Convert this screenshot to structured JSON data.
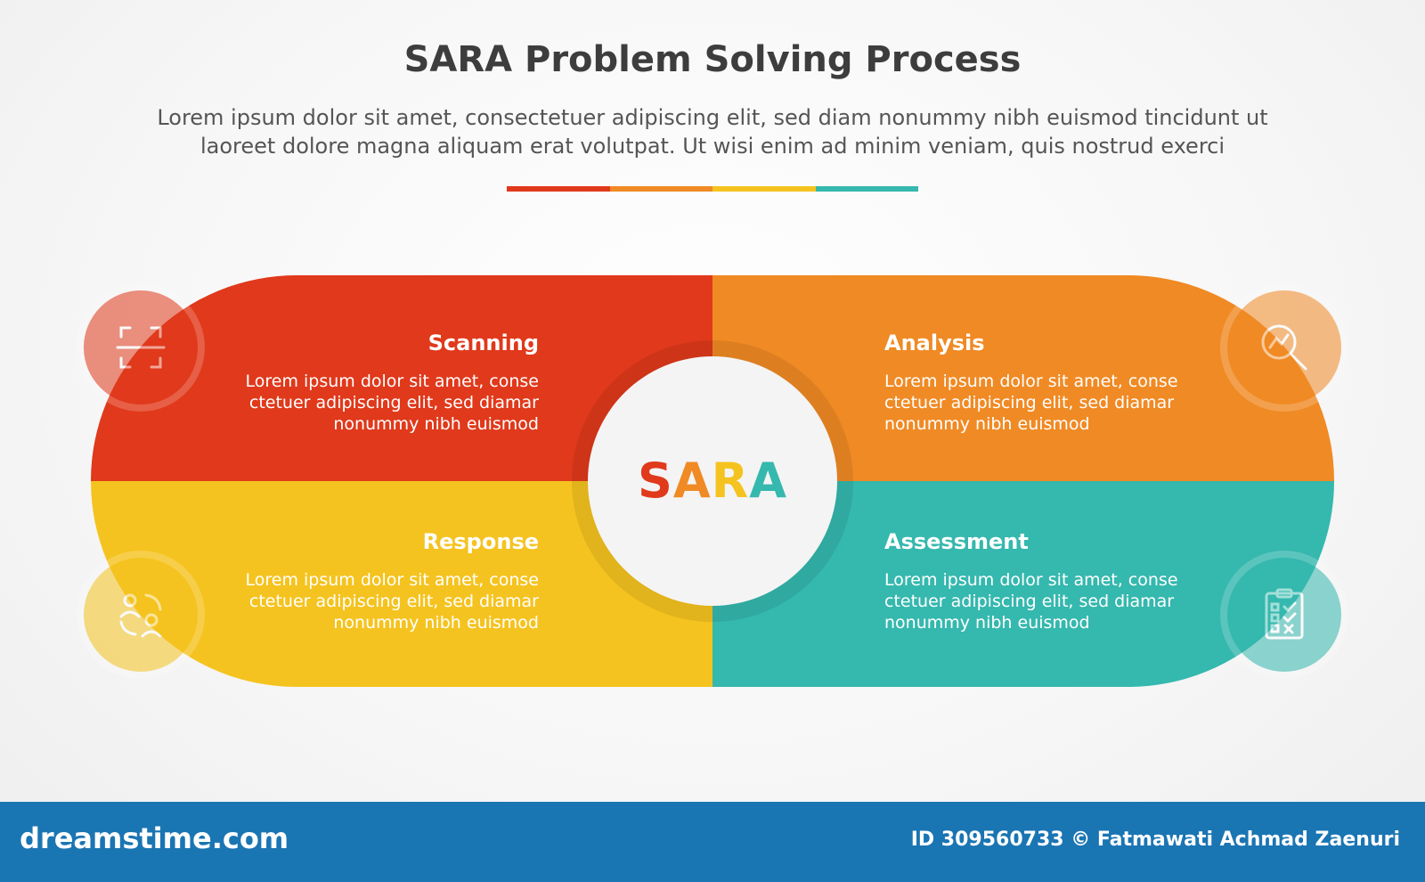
{
  "header": {
    "title": "SARA Problem Solving Process",
    "subtitle_line1": "Lorem ipsum dolor sit amet, consectetuer adipiscing elit, sed diam nonummy nibh euismod tincidunt ut",
    "subtitle_line2": "laoreet dolore magna aliquam erat volutpat. Ut wisi enim ad minim veniam, quis nostrud exerci",
    "divider_colors": [
      "#e0391b",
      "#f08a24",
      "#f5c31f",
      "#35b8ae"
    ]
  },
  "center": {
    "letters": [
      {
        "char": "S",
        "color": "#e0391b"
      },
      {
        "char": "A",
        "color": "#f08a24"
      },
      {
        "char": "R",
        "color": "#f5c31f"
      },
      {
        "char": "A",
        "color": "#35b8ae"
      }
    ]
  },
  "quadrants": [
    {
      "id": "scanning",
      "title": "Scanning",
      "color": "#e0391b",
      "lines": [
        "Lorem ipsum dolor sit amet, conse",
        "ctetuer adipiscing elit, sed diamar",
        "nonummy nibh euismod"
      ],
      "icon": "scan-frame-icon"
    },
    {
      "id": "analysis",
      "title": "Analysis",
      "color": "#f08a24",
      "lines": [
        "Lorem ipsum dolor sit amet, conse",
        "ctetuer adipiscing elit, sed diamar",
        "nonummy nibh euismod"
      ],
      "icon": "magnifier-graph-icon"
    },
    {
      "id": "response",
      "title": "Response",
      "color": "#f5c31f",
      "lines": [
        "Lorem ipsum dolor sit amet, conse",
        "ctetuer adipiscing elit, sed diamar",
        "nonummy nibh euismod"
      ],
      "icon": "people-exchange-icon"
    },
    {
      "id": "assessment",
      "title": "Assessment",
      "color": "#35b8ae",
      "lines": [
        "Lorem ipsum dolor sit amet, conse",
        "ctetuer adipiscing elit, sed diamar",
        "nonummy nibh euismod"
      ],
      "icon": "clipboard-checklist-icon"
    }
  ],
  "footer": {
    "brand": "dreamstime.com",
    "credit": "ID 309560733 © Fatmawati  Achmad Zaenuri"
  }
}
